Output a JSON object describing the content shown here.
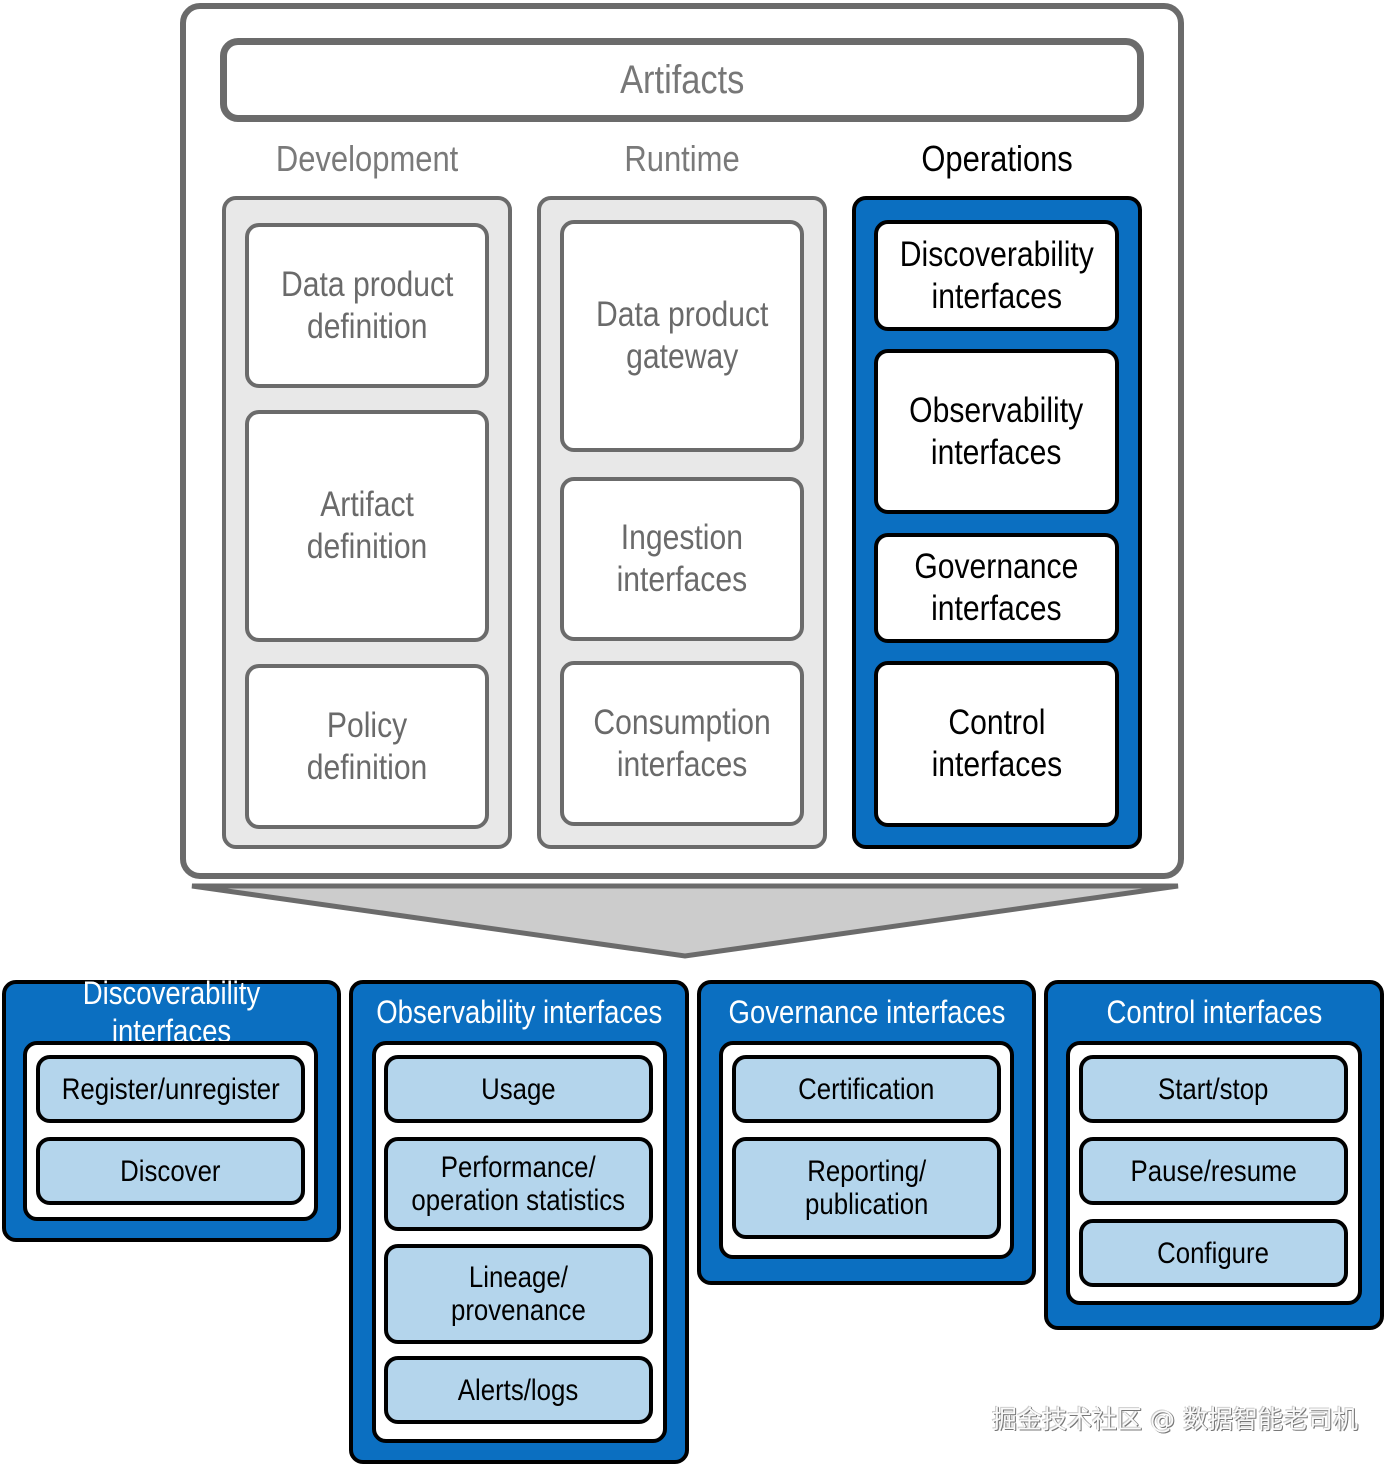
{
  "artifacts": {
    "title": "Artifacts",
    "columns": [
      {
        "title": "Development",
        "items": [
          "Data product\ndefinition",
          "Artifact\ndefinition",
          "Policy\ndefinition"
        ]
      },
      {
        "title": "Runtime",
        "items": [
          "Data product\ngateway",
          "Ingestion\ninterfaces",
          "Consumption\ninterfaces"
        ]
      },
      {
        "title": "Operations",
        "items": [
          "Discoverability\ninterfaces",
          "Observability\ninterfaces",
          "Governance\ninterfaces",
          "Control\ninterfaces"
        ]
      }
    ]
  },
  "breakdown": [
    {
      "title": "Discoverability interfaces",
      "items": [
        "Register/unregister",
        "Discover"
      ]
    },
    {
      "title": "Observability interfaces",
      "items": [
        "Usage",
        "Performance/\noperation statistics",
        "Lineage/\nprovenance",
        "Alerts/logs"
      ]
    },
    {
      "title": "Governance interfaces",
      "items": [
        "Certification",
        "Reporting/\npublication"
      ]
    },
    {
      "title": "Control interfaces",
      "items": [
        "Start/stop",
        "Pause/resume",
        "Configure"
      ]
    }
  ],
  "colors": {
    "highlight_blue": "#0b6fc1",
    "chip_light_blue": "#b4d5ec",
    "grey_border": "#6b6b6b",
    "grey_fill": "#e8e8e8"
  },
  "watermark": "掘金技术社区 @ 数据智能老司机"
}
